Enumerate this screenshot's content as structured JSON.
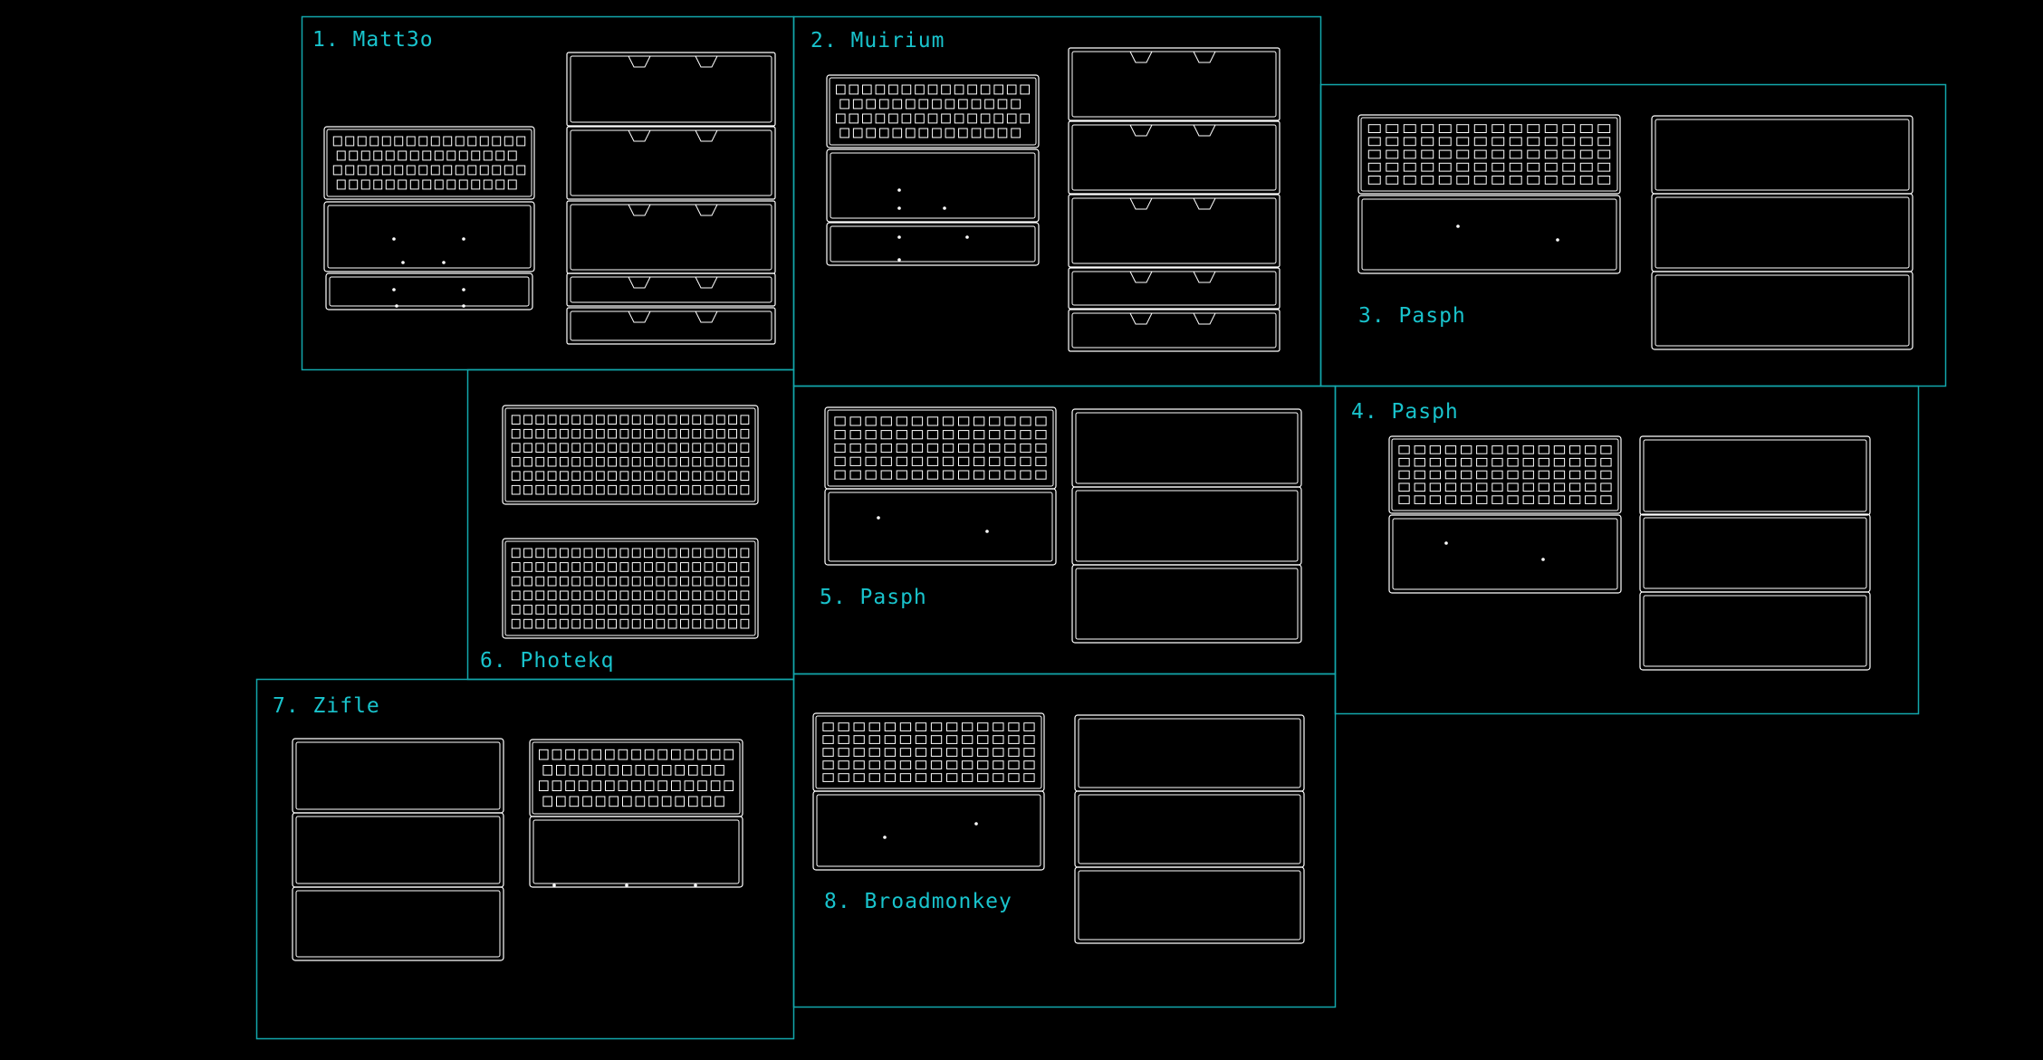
{
  "colors": {
    "background": "#000000",
    "frame": "#13a7ac",
    "label": "#19c3cc",
    "outline": "#ffffff"
  },
  "groups": [
    {
      "id": "g1",
      "label": "1. Matt3o"
    },
    {
      "id": "g2",
      "label": "2. Muirium"
    },
    {
      "id": "g3",
      "label": "3. Pasph"
    },
    {
      "id": "g4",
      "label": "4. Pasph"
    },
    {
      "id": "g5",
      "label": "5. Pasph"
    },
    {
      "id": "g6",
      "label": "6. Photekq"
    },
    {
      "id": "g7",
      "label": "7. Zifle"
    },
    {
      "id": "g8",
      "label": "8. Broadmonkey"
    }
  ]
}
